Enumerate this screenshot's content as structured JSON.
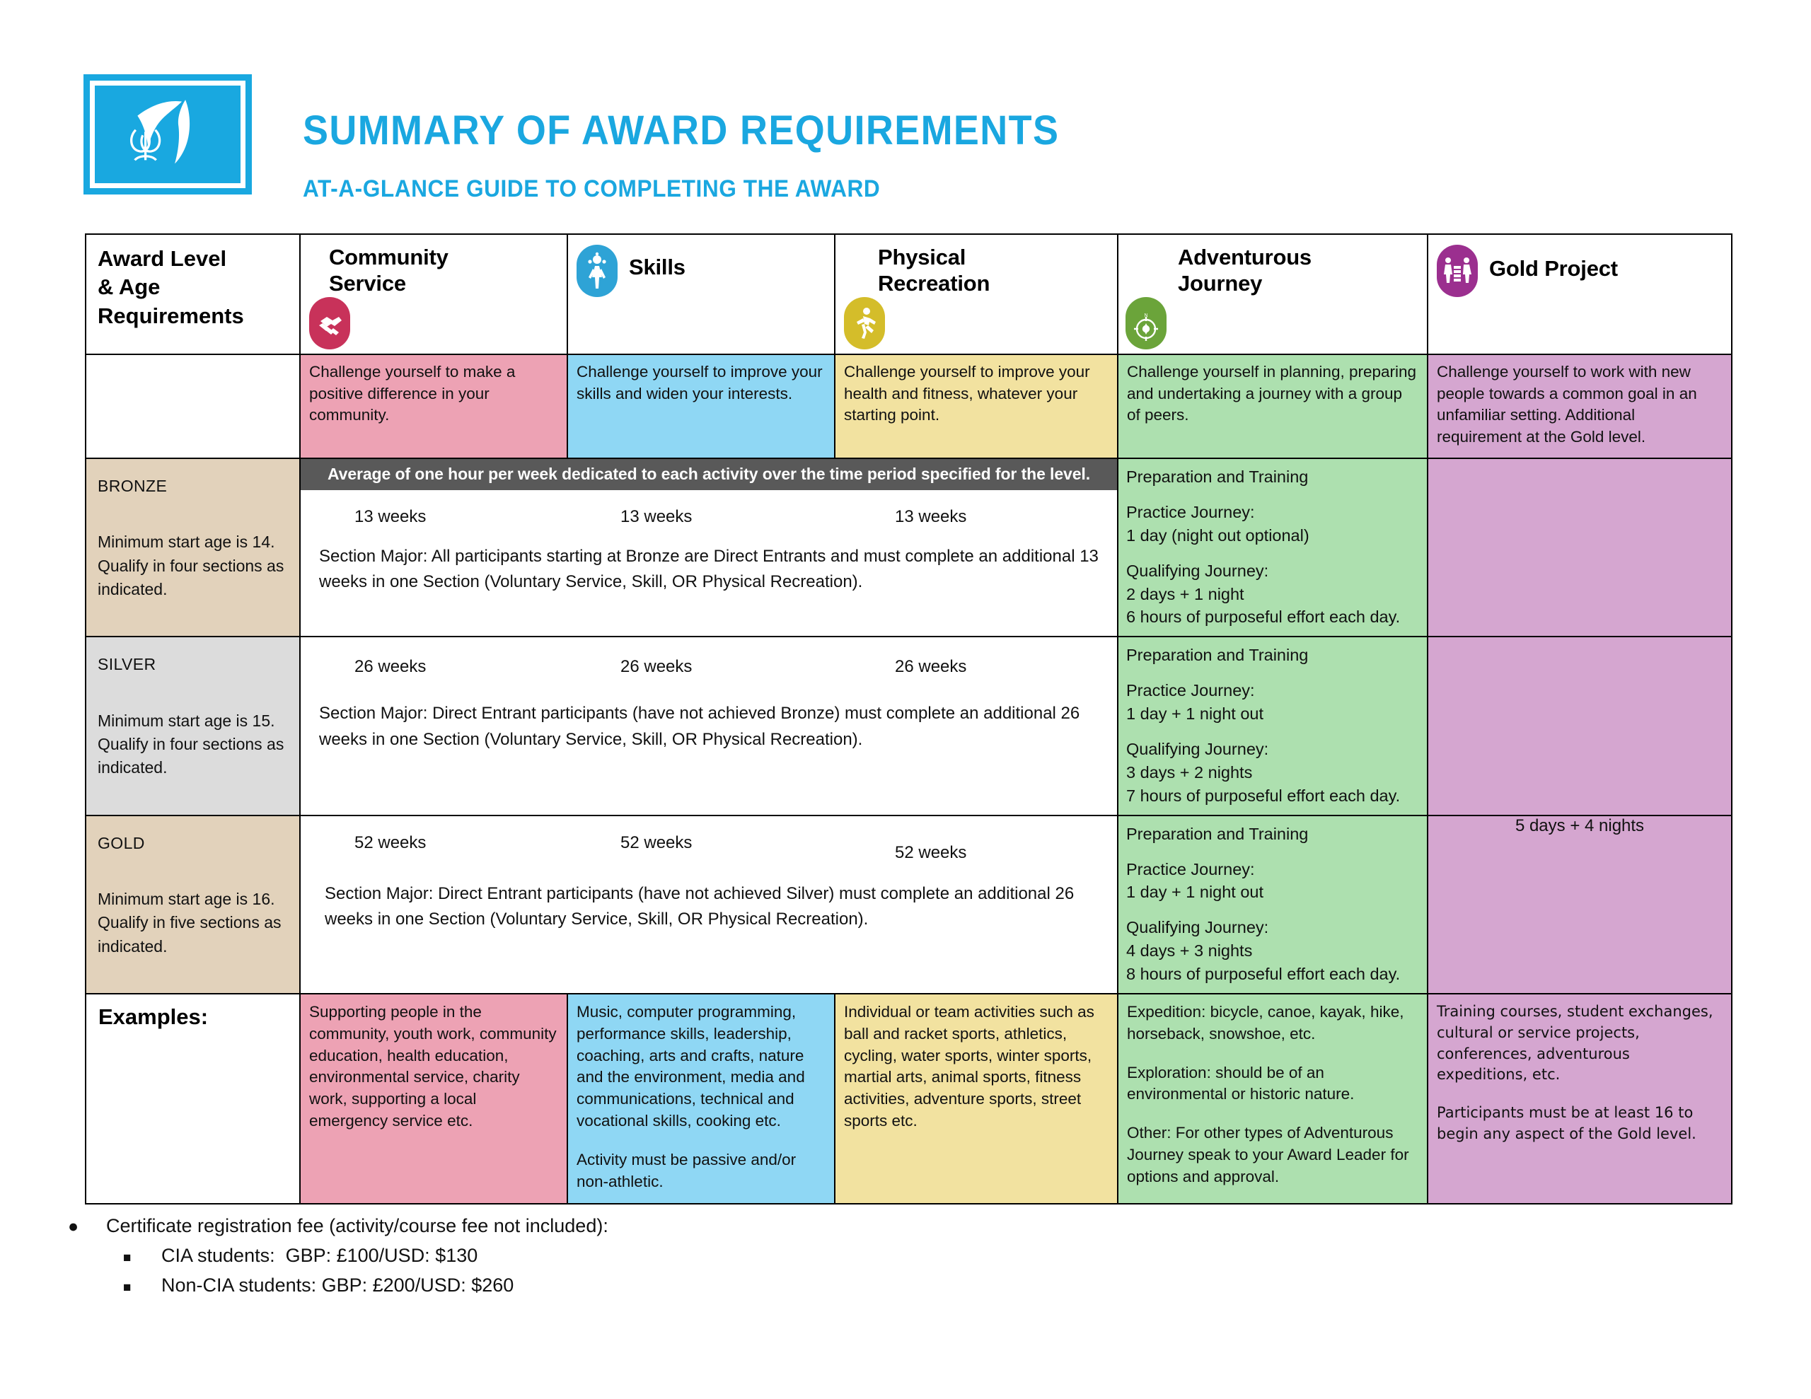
{
  "header": {
    "logo_alt": "duke-of-edinburgh-award-logo",
    "title": "SUMMARY OF AWARD REQUIREMENTS",
    "subtitle": "AT-A-GLANCE GUIDE TO COMPLETING THE AWARD"
  },
  "colors": {
    "brand_blue": "#1aa7e0",
    "community_service": "#c8325a",
    "skills": "#2ea3d6",
    "physical_recreation": "#d4bd2a",
    "adventurous_journey": "#6ba43a",
    "gold_project": "#9b2f8f",
    "banner_gray": "#595959",
    "cell_pink": "#eda2b4",
    "cell_blue": "#8fd7f4",
    "cell_yellow": "#f2e2a0",
    "cell_green": "#ade0af",
    "cell_purple": "#d5a6d0",
    "cell_tan": "#e2d2bb",
    "cell_gray": "#dcdcdc"
  },
  "table": {
    "columns": [
      {
        "key": "award_level",
        "title": "Award Level\n& Age\nRequirements",
        "icon": null,
        "description": ""
      },
      {
        "key": "community_service",
        "title": "Community\nService",
        "icon": "handshake-icon",
        "description": "Challenge yourself to make a positive difference in your community."
      },
      {
        "key": "skills",
        "title": "Skills",
        "icon": "person-skills-icon",
        "description": "Challenge yourself to improve your skills and widen your interests."
      },
      {
        "key": "physical_recreation",
        "title": "Physical\nRecreation",
        "icon": "runner-icon",
        "description": "Challenge yourself to improve your health and fitness, whatever your starting point."
      },
      {
        "key": "adventurous_journey",
        "title": "Adventurous\nJourney",
        "icon": "compass-icon",
        "description": "Challenge yourself in planning, preparing and undertaking a journey with a group of peers."
      },
      {
        "key": "gold_project",
        "title": "Gold Project",
        "icon": "group-people-icon",
        "description": "Challenge yourself to work with new people towards a common goal in an unfamiliar setting. Additional requirement at the Gold level."
      }
    ],
    "banner": "Average of one hour per week dedicated to each activity over the time period specified for the level.",
    "levels": [
      {
        "name": "BRONZE",
        "age_note": "Minimum start age is 14. Qualify in four sections as indicated.",
        "weeks": [
          "13 weeks",
          "13 weeks",
          "13 weeks"
        ],
        "section_major": "Section Major: All participants starting at Bronze are Direct Entrants and must complete an additional 13 weeks in one Section (Voluntary Service, Skill, OR Physical Recreation).",
        "aj": {
          "prep": "Preparation and Training",
          "practice_label": "Practice Journey:",
          "practice_value": "1 day (night out optional)",
          "qualifying_label": "Qualifying Journey:",
          "qualifying_value": "2 days + 1 night",
          "effort": "6 hours of purposeful effort each day."
        },
        "gold_project": ""
      },
      {
        "name": "SILVER",
        "age_note": "Minimum start age is 15. Qualify in four sections as indicated.",
        "weeks": [
          "26 weeks",
          "26 weeks",
          "26 weeks"
        ],
        "section_major": "Section Major: Direct Entrant participants (have not achieved Bronze) must complete an additional 26 weeks in one Section (Voluntary Service, Skill, OR Physical Recreation).",
        "aj": {
          "prep": "Preparation and Training",
          "practice_label": "Practice Journey:",
          "practice_value": "1 day + 1 night out",
          "qualifying_label": "Qualifying Journey:",
          "qualifying_value": "3 days + 2 nights",
          "effort": "7 hours of purposeful effort each day."
        },
        "gold_project": ""
      },
      {
        "name": "GOLD",
        "age_note": "Minimum start age is 16. Qualify in five sections as indicated.",
        "weeks": [
          "52 weeks",
          "52 weeks",
          "52 weeks"
        ],
        "section_major": "Section Major: Direct Entrant participants (have not achieved Silver) must complete an  additional 26 weeks in one Section (Voluntary Service, Skill, OR Physical Recreation).",
        "aj": {
          "prep": "Preparation and Training",
          "practice_label": "Practice Journey:",
          "practice_value": "1 day + 1 night out",
          "qualifying_label": "Qualifying Journey:",
          "qualifying_value": "4 days + 3 nights",
          "effort": "8 hours of purposeful effort each day."
        },
        "gold_project": "5 days + 4 nights"
      }
    ],
    "examples": {
      "label": "Examples:",
      "community_service": "Supporting people in the community, youth work, community education, health education, environmental service, charity work, supporting a local emergency service etc.",
      "skills": "Music, computer programming, performance skills, leadership, coaching, arts and crafts, nature and the environment, media and communications, technical and vocational skills, cooking etc.",
      "skills_note": "Activity must be passive and/or non-athletic.",
      "physical_recreation": "Individual or team activities such as ball and racket sports, athletics, cycling, water sports, winter sports, martial arts, animal sports, fitness activities, adventure sports, street sports etc.",
      "aj_expedition": "Expedition: bicycle, canoe, kayak, hike, horseback, snowshoe, etc.",
      "aj_exploration": "Exploration: should be of an environmental or historic nature.",
      "aj_other": "Other: For other types of Adventurous Journey speak to your Award Leader for options and approval.",
      "gold_project": "Training courses, student exchanges, cultural or service projects, conferences, adventurous expeditions, etc.",
      "gold_project_note": "Participants must be at least 16 to begin any aspect of the Gold level."
    }
  },
  "footer": {
    "fee_heading": "Certificate registration fee (activity/course fee not included):",
    "items": [
      "CIA students:  GBP: £100/USD: $130",
      "Non-CIA students: GBP: £200/USD: $260"
    ]
  }
}
